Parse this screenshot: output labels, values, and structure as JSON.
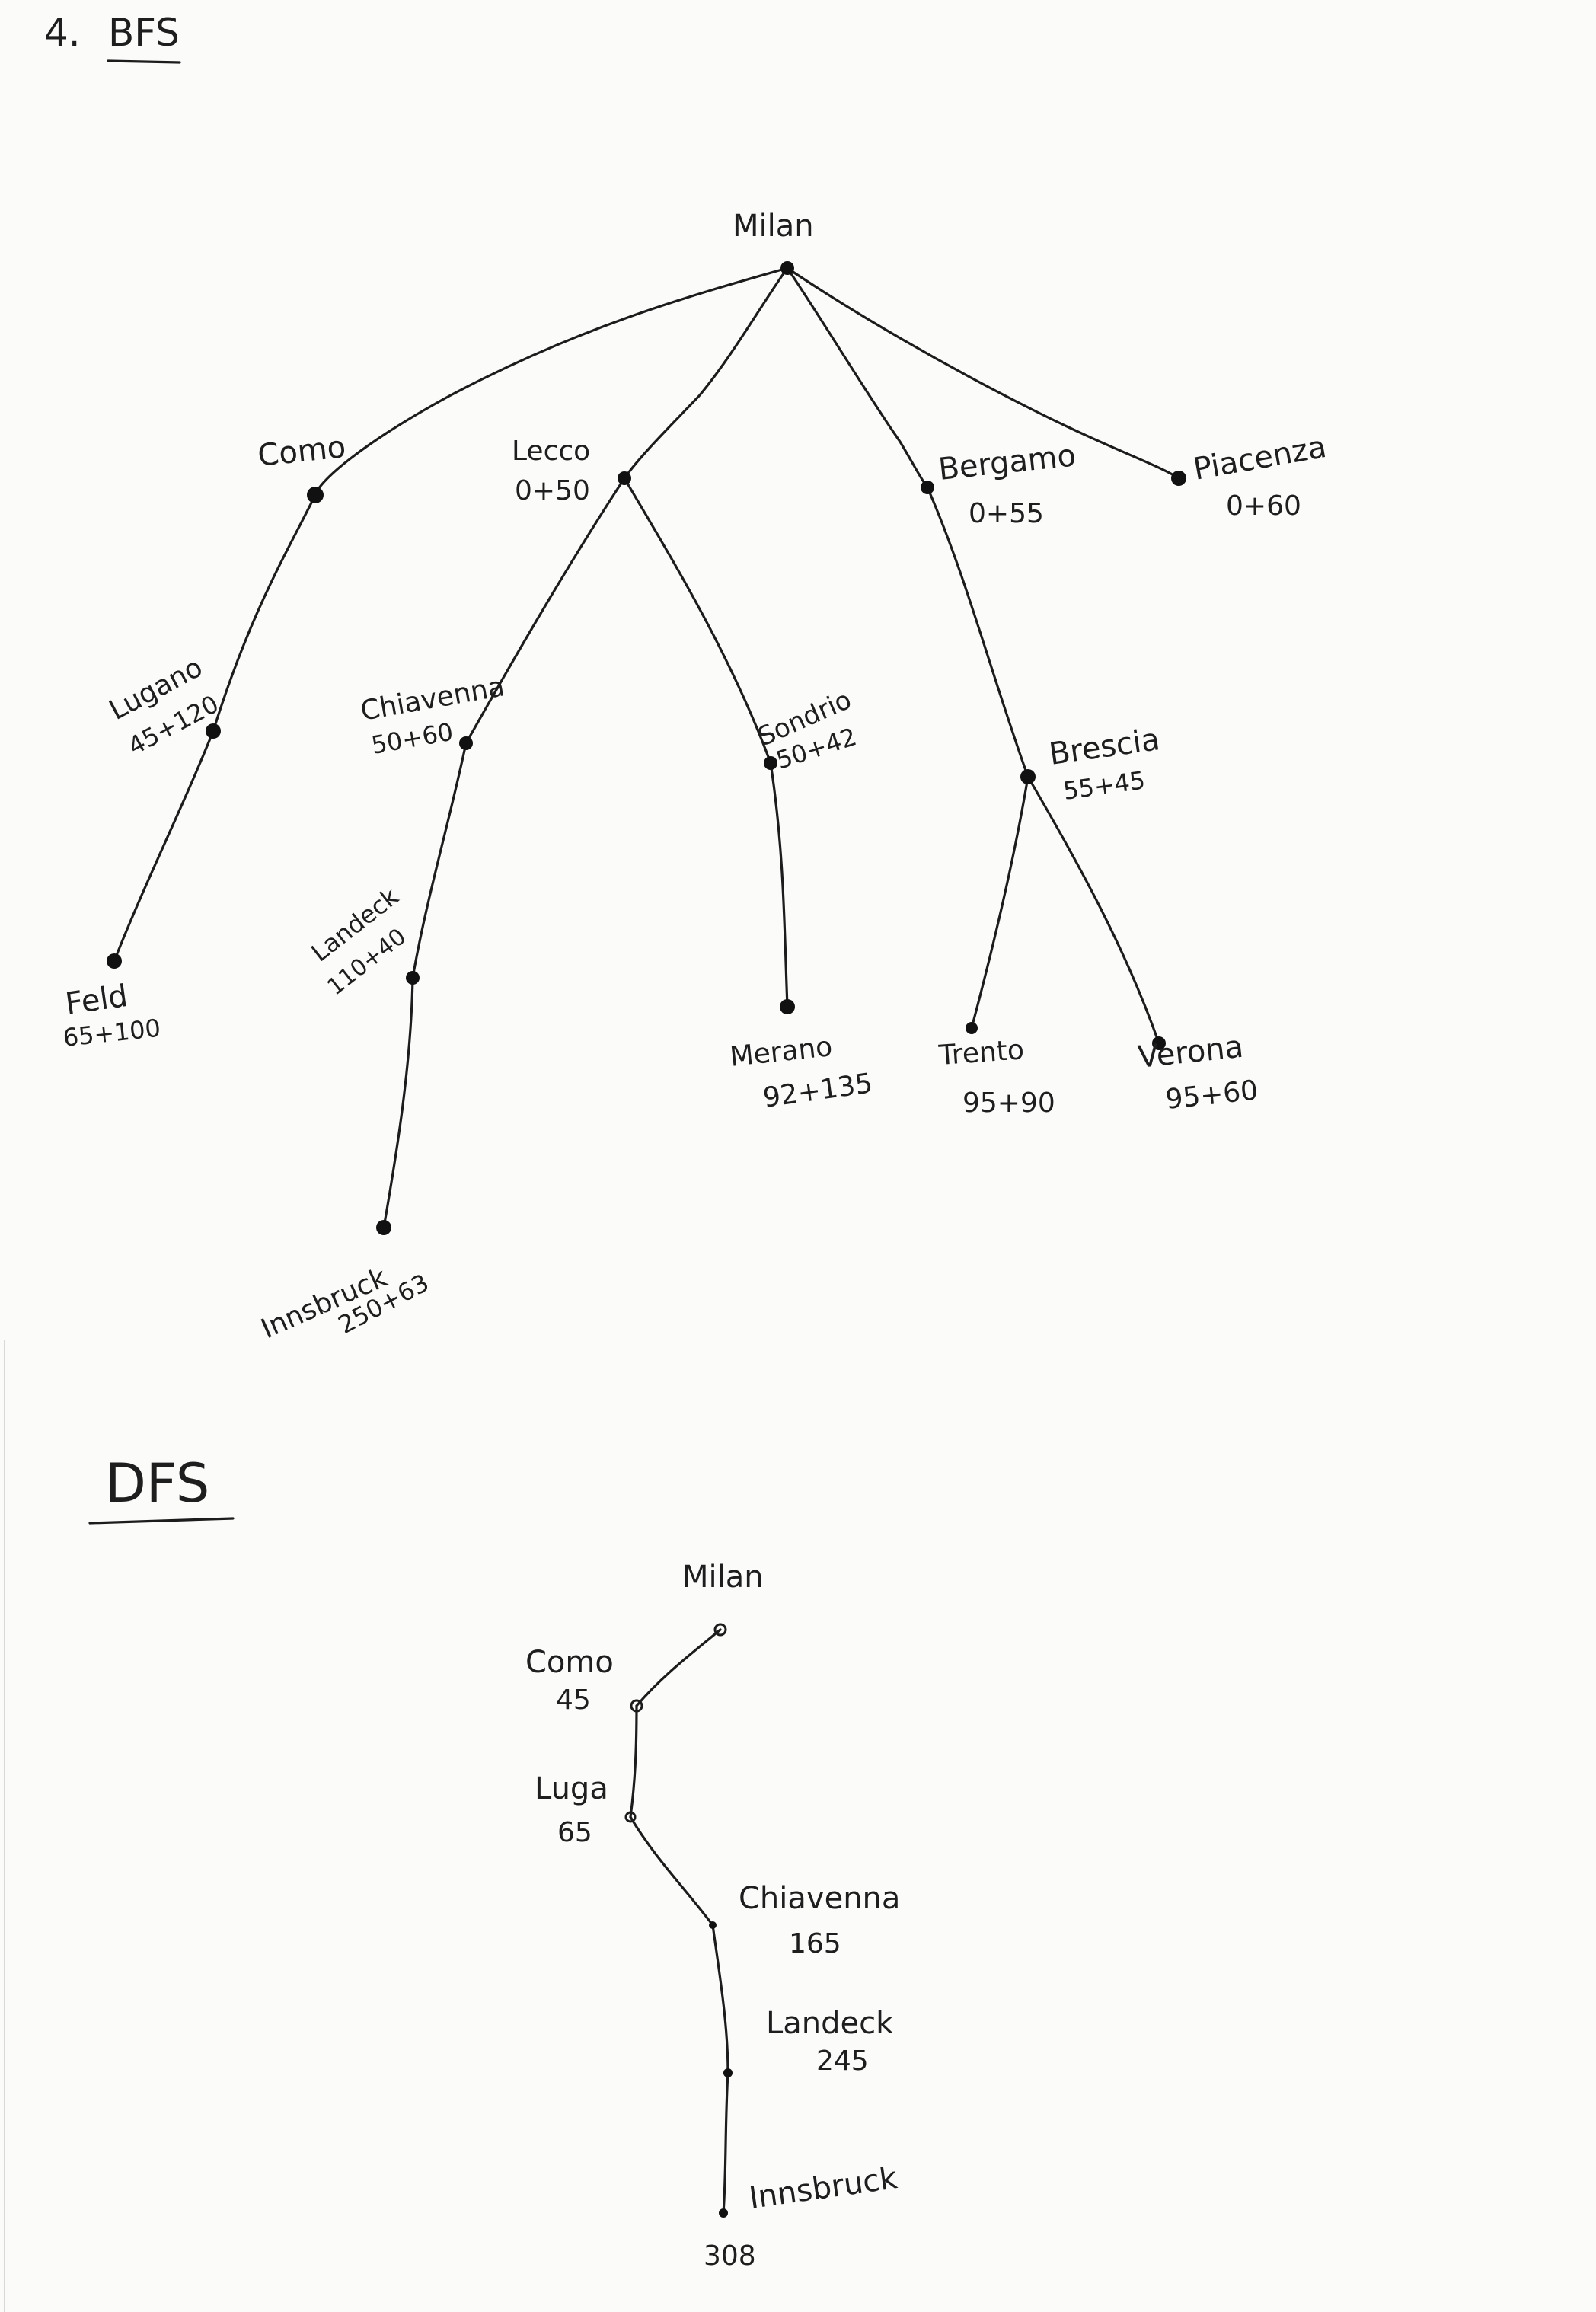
{
  "page": {
    "item_number": "4.",
    "bfs_heading": "BFS",
    "dfs_heading": "DFS"
  },
  "bfs": {
    "nodes": {
      "milan": {
        "name": "Milan",
        "cost": ""
      },
      "como": {
        "name": "Como",
        "cost": ""
      },
      "lecco": {
        "name": "Lecco",
        "cost": "0+50"
      },
      "bergamo": {
        "name": "Bergamo",
        "cost": "0+55"
      },
      "piacenza": {
        "name": "Piacenza",
        "cost": "0+60"
      },
      "lugano": {
        "name": "Lugano",
        "cost": "45+120"
      },
      "chiavenna": {
        "name": "Chiavenna",
        "cost": "50+60"
      },
      "sondrio": {
        "name": "Sondrio",
        "cost": "50+42"
      },
      "brescia": {
        "name": "Brescia",
        "cost": "55+45"
      },
      "feld": {
        "name": "Feld",
        "cost": "65+100"
      },
      "landeck": {
        "name": "Landeck",
        "cost": "110+40"
      },
      "merano": {
        "name": "Merano",
        "cost": "92+135"
      },
      "trento": {
        "name": "Trento",
        "cost": "95+90"
      },
      "verona": {
        "name": "Verona",
        "cost": "95+60"
      },
      "innsbruck": {
        "name": "Innsbruck",
        "cost": "250+63"
      }
    }
  },
  "dfs": {
    "nodes": {
      "milan": {
        "name": "Milan",
        "cost": ""
      },
      "como": {
        "name": "Como",
        "cost": "45"
      },
      "lugano": {
        "name": "Luga",
        "cost": "65"
      },
      "chiavenna": {
        "name": "Chiavenna",
        "cost": "165"
      },
      "landeck": {
        "name": "Landeck",
        "cost": "245"
      },
      "innsbruck": {
        "name": "Innsbruck",
        "cost": "308"
      }
    }
  }
}
